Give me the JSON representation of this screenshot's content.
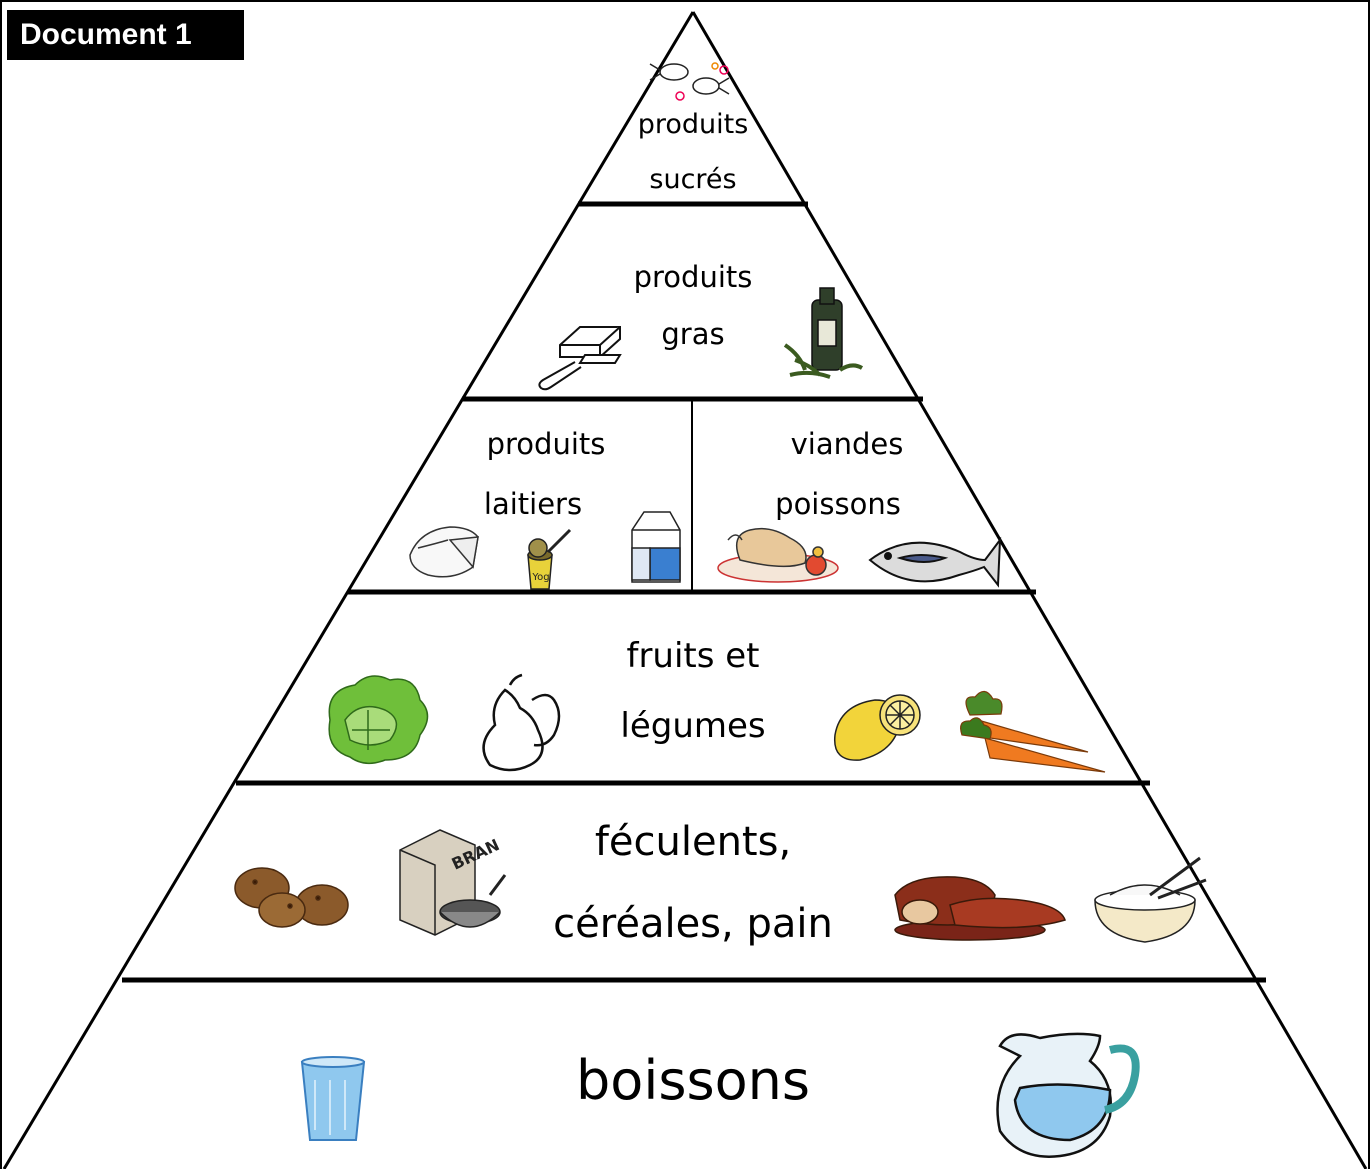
{
  "document_label": "Document 1",
  "levels": {
    "sugar": {
      "line1": "produits",
      "line2": "sucrés",
      "icons": [
        "candy-icon"
      ]
    },
    "fat": {
      "line1": "produits",
      "line2": "gras",
      "icons": [
        "butter-icon",
        "oil-bottle-icon"
      ]
    },
    "dairy": {
      "line1": "produits",
      "line2": "laitiers",
      "icons": [
        "cheese-icon",
        "yogurt-icon",
        "milk-carton-icon"
      ]
    },
    "meat": {
      "line1": "viandes",
      "line2": "poissons",
      "icons": [
        "roast-chicken-icon",
        "fish-icon"
      ]
    },
    "fruits": {
      "line1": "fruits et",
      "line2": "légumes",
      "icons": [
        "lettuce-icon",
        "pear-icon",
        "lemon-icon",
        "carrots-icon"
      ]
    },
    "starch": {
      "line1": "féculents,",
      "line2": "céréales, pain",
      "icons": [
        "potatoes-icon",
        "cereal-box-icon",
        "bread-icon",
        "rice-bowl-icon"
      ]
    },
    "drinks": {
      "line1": "boissons",
      "icons": [
        "water-glass-icon",
        "water-pitcher-icon"
      ]
    }
  },
  "colors": {
    "line": "#000000",
    "potato": "#8B5A2B",
    "lettuce": "#6FBF3A",
    "lemon": "#F2D43A",
    "carrot": "#F07A20",
    "milk": "#3A7FD0",
    "water": "#8FC8EE",
    "bread": "#8B2E1A"
  }
}
